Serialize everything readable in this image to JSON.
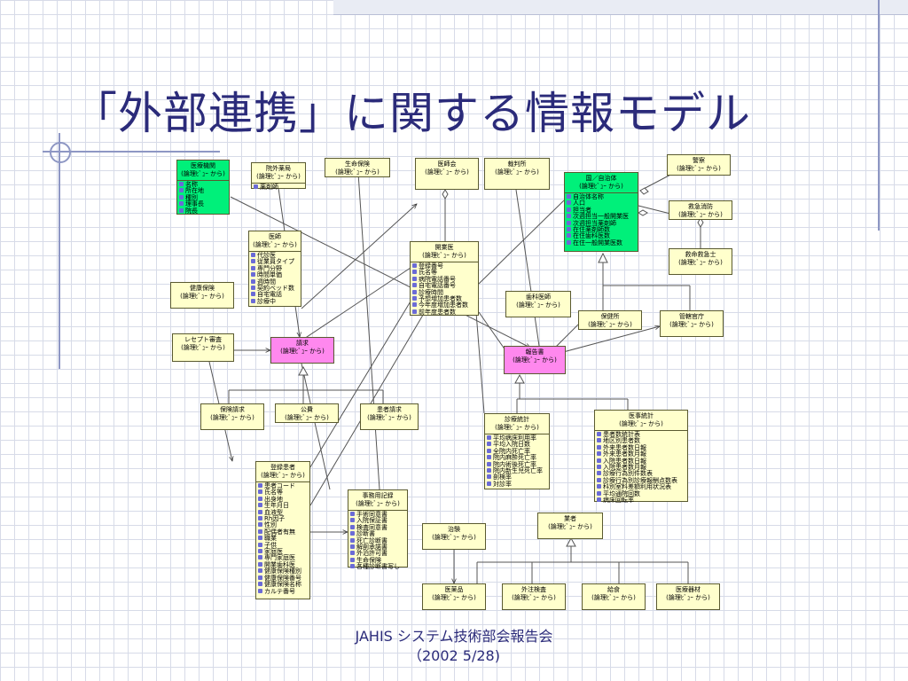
{
  "title": "「外部連携」に関する情報モデル",
  "footer": {
    "line1": "JAHIS システム技術部会報告会",
    "line2": "（2002 5/28)"
  },
  "colors": {
    "class_fill": "#ffffcc",
    "green_fill": "#00f07a",
    "pink_fill": "#ff88ee",
    "title": "#2b2b7a",
    "grid": "#d7dbe8"
  },
  "classes": {
    "iryo_kikan": {
      "name": "医療機関",
      "stereotype": "(論理ﾋﾞｭｰ から)",
      "attrs": [
        "名称",
        "所在地",
        "種別",
        "理事長",
        "院長"
      ]
    },
    "ingai_yakkyoku": {
      "name": "院外薬局",
      "stereotype": "(論理ﾋﾞｭｰ から)",
      "attrs": [
        "薬剤師"
      ]
    },
    "seimei_hoken": {
      "name": "生命保険",
      "stereotype": "(論理ﾋﾞｭｰ から)",
      "attrs": []
    },
    "ishikai": {
      "name": "医師会",
      "stereotype": "(論理ﾋﾞｭｰ から)",
      "attrs": []
    },
    "saibansho": {
      "name": "裁判所",
      "stereotype": "(論理ﾋﾞｭｰ から)",
      "attrs": []
    },
    "kuni": {
      "name": "国／自治体",
      "stereotype": "(論理ﾋﾞｭｰ から)",
      "attrs": [
        "自治体名称",
        "人口",
        "担当者",
        "次週担当一般開業医",
        "次週担当薬剤師",
        "在住薬剤師数",
        "在住歯科医数",
        "在住一般開業医数"
      ]
    },
    "keisatsu": {
      "name": "警察",
      "stereotype": "(論理ﾋﾞｭｰ から)",
      "attrs": []
    },
    "kyukyu_shobo": {
      "name": "救急消防",
      "stereotype": "(論理ﾋﾞｭｰ から)",
      "attrs": []
    },
    "kyumei": {
      "name": "救命救急士",
      "stereotype": "(論理ﾋﾞｭｰ から)",
      "attrs": []
    },
    "ishi": {
      "name": "医師",
      "stereotype": "(論理ﾋﾞｭｰ から)",
      "attrs": [
        "代診医",
        "従業員タイプ",
        "専門分野",
        "時間単価",
        "週時間",
        "契約ベッド数",
        "自宅電話",
        "診療中"
      ]
    },
    "kaigyoui": {
      "name": "開業医",
      "stereotype": "(論理ﾋﾞｭｰ から)",
      "attrs": [
        "登録番号",
        "氏名等",
        "病院電話番号",
        "自宅電話番号",
        "診療時間",
        "予想増加患者数",
        "今年度増加患者数",
        "前年度患者数"
      ]
    },
    "kenko_hoken": {
      "name": "健康保険",
      "stereotype": "(論理ﾋﾞｭｰ から)",
      "attrs": []
    },
    "shika_ishi": {
      "name": "歯科医師",
      "stereotype": "(論理ﾋﾞｭｰ から)",
      "attrs": []
    },
    "hokensho": {
      "name": "保健所",
      "stereotype": "(論理ﾋﾞｭｰ から)",
      "attrs": []
    },
    "kankatsu": {
      "name": "管轄官庁",
      "stereotype": "(論理ﾋﾞｭｰ から)",
      "attrs": []
    },
    "receipt": {
      "name": "レセプト審査",
      "stereotype": "(論理ﾋﾞｭｰ から)",
      "attrs": []
    },
    "seikyu": {
      "name": "請求",
      "stereotype": "(論理ﾋﾞｭｰ から)",
      "attrs": []
    },
    "hokokusho": {
      "name": "報告書",
      "stereotype": "(論理ﾋﾞｭｰ から)",
      "attrs": []
    },
    "hoken_seikyu": {
      "name": "保険請求",
      "stereotype": "(論理ﾋﾞｭｰ から)",
      "attrs": []
    },
    "kouhi": {
      "name": "公費",
      "stereotype": "(論理ﾋﾞｭｰ から)",
      "attrs": []
    },
    "kanja_seikyu": {
      "name": "患者請求",
      "stereotype": "(論理ﾋﾞｭｰ から)",
      "attrs": []
    },
    "shinryo_tokei": {
      "name": "診療統計",
      "stereotype": "(論理ﾋﾞｭｰ から)",
      "attrs": [
        "平均病床利用率",
        "平均入院日数",
        "全院内死亡率",
        "院内麻酔死亡率",
        "院内術後死亡率",
        "院内新生児死亡率",
        "剖検率",
        "対診率"
      ]
    },
    "iji_tokei": {
      "name": "医事統計",
      "stereotype": "(論理ﾋﾞｭｰ から)",
      "attrs": [
        "患者数統計表",
        "地区別患者数",
        "外来患者数日報",
        "外来患者数月報",
        "入院患者数日報",
        "入院患者数月報",
        "診療行為別件数表",
        "診療行為別診療報酬点数表",
        "科別室料差額利用状況表",
        "平均通院回数",
        "病床回転率"
      ]
    },
    "toroku_kanja": {
      "name": "登録患者",
      "stereotype": "(論理ﾋﾞｭｰ から)",
      "attrs": [
        "患者コード",
        "氏名等",
        "出身地",
        "生年月日",
        "血液型",
        "Rh因子",
        "性別",
        "配偶者有無",
        "職業",
        "子供",
        "家庭医",
        "専門家庭医",
        "開業歯科医",
        "健康保険種別",
        "健康保険番号",
        "健康保険名称",
        "カルテ番号"
      ]
    },
    "jimuyo_kiroku": {
      "name": "事務用記録",
      "stereotype": "(論理ﾋﾞｭｰ から)",
      "attrs": [
        "手術同意書",
        "入院保証書",
        "検査同意書",
        "診断書",
        "死亡診断書",
        "解剖承諾書",
        "外泊許可書",
        "生命保険",
        "各種診断書写し"
      ]
    },
    "chiken": {
      "name": "治験",
      "stereotype": "(論理ﾋﾞｭｰ から)",
      "attrs": []
    },
    "gyosha": {
      "name": "業者",
      "stereotype": "(論理ﾋﾞｭｰ から)",
      "attrs": []
    },
    "iyakuhin": {
      "name": "医薬品",
      "stereotype": "(論理ﾋﾞｭｰ から)",
      "attrs": []
    },
    "gaichu_kensa": {
      "name": "外注検査",
      "stereotype": "(論理ﾋﾞｭｰ から)",
      "attrs": []
    },
    "kyushoku": {
      "name": "給食",
      "stereotype": "(論理ﾋﾞｭｰ から)",
      "attrs": []
    },
    "iryo_kizai": {
      "name": "医療器材",
      "stereotype": "(論理ﾋﾞｭｰ から)",
      "attrs": []
    }
  }
}
